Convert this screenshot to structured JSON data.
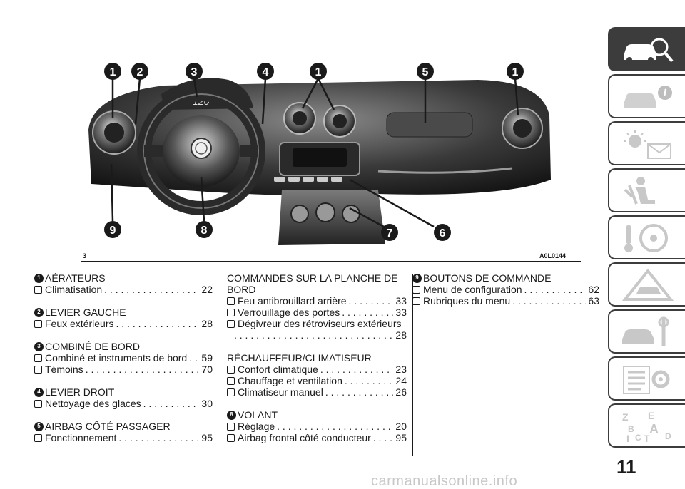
{
  "figure": {
    "number": "3",
    "code": "A0L0144",
    "callouts": [
      "1",
      "2",
      "3",
      "4",
      "1",
      "5",
      "1",
      "9",
      "8",
      "7",
      "6"
    ],
    "speedo_reading": "120"
  },
  "columns": [
    [
      {
        "num": "1",
        "title": "AÉRATEURS",
        "entries": [
          {
            "label": "Climatisation",
            "page": "22"
          }
        ]
      },
      {
        "num": "2",
        "title": "LEVIER GAUCHE",
        "entries": [
          {
            "label": "Feux extérieurs",
            "page": "28"
          }
        ]
      },
      {
        "num": "3",
        "title": "COMBINÉ DE BORD",
        "entries": [
          {
            "label": "Combiné et instruments de bord",
            "page": "59"
          },
          {
            "label": "Témoins",
            "page": "70"
          }
        ]
      },
      {
        "num": "4",
        "title": "LEVIER DROIT",
        "entries": [
          {
            "label": "Nettoyage des glaces",
            "page": "30"
          }
        ]
      },
      {
        "num": "5",
        "title": "AIRBAG CÔTÉ PASSAGER",
        "entries": [
          {
            "label": "Fonctionnement",
            "page": "95"
          }
        ]
      }
    ],
    [
      {
        "title_line1": "COMMANDES SUR LA PLANCHE DE",
        "title_line2": "BORD",
        "entries": [
          {
            "label": "Feu antibrouillard arrière",
            "page": "33"
          },
          {
            "label": "Verrouillage des portes",
            "page": "33"
          },
          {
            "label": "Dégivreur des rétroviseurs extérieurs",
            "page": ""
          }
        ],
        "cont_page": "28"
      },
      {
        "title": "RÉCHAUFFEUR/CLIMATISEUR",
        "entries": [
          {
            "label": "Confort climatique",
            "page": "23"
          },
          {
            "label": "Chauffage et ventilation",
            "page": "24"
          },
          {
            "label": "Climatiseur manuel",
            "page": "26"
          }
        ]
      },
      {
        "num": "8",
        "title": "VOLANT",
        "entries": [
          {
            "label": "Réglage",
            "page": "20"
          },
          {
            "label": "Airbag frontal côté conducteur",
            "page": "95"
          }
        ]
      }
    ],
    [
      {
        "num": "9",
        "title": "BOUTONS DE COMMANDE",
        "entries": [
          {
            "label": "Menu de configuration",
            "page": "62"
          },
          {
            "label": "Rubriques du menu",
            "page": "63"
          }
        ]
      }
    ]
  ],
  "tabs": [
    "car-info-search-icon",
    "car-info-icon",
    "warning-lights-message-icon",
    "airbag-seat-icon",
    "steering-wheel-key-icon",
    "warning-triangle-car-icon",
    "car-service-tools-icon",
    "technical-data-gear-icon",
    "alphabetical-index-icon"
  ],
  "page_number": "11",
  "watermark": "carmanualsonline.info"
}
